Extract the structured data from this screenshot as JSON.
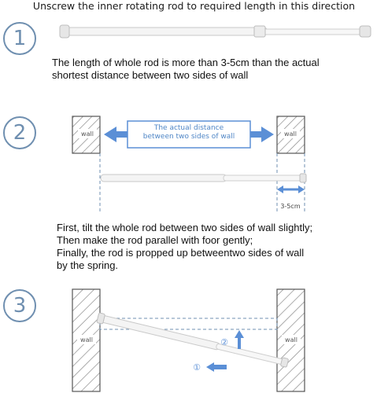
{
  "header": {
    "title": "Unscrew the inner rotating rod to required length in this direction"
  },
  "steps": [
    {
      "number": "1",
      "caption": [
        "The length of whole rod is more than 3-5cm than the actual",
        "shortest distance between two sides of wall"
      ]
    },
    {
      "number": "2",
      "wall_label": "wall",
      "distance_label": [
        "The actual distance",
        "between two sides of wall"
      ],
      "gap_label": "3-5cm",
      "caption": [
        "First, tilt the whole rod between two sides of wall slightly;",
        "Then make the rod parallel with foor gently;",
        "Finally, the rod is propped up betweentwo sides of wall",
        "by the spring."
      ]
    },
    {
      "number": "3",
      "wall_label": "wall",
      "marker_1": "①",
      "marker_2": "②"
    }
  ],
  "colors": {
    "accent": "#6f8fb0",
    "arrow": "#5b8fd6",
    "hatch": "#8a8a8a"
  }
}
